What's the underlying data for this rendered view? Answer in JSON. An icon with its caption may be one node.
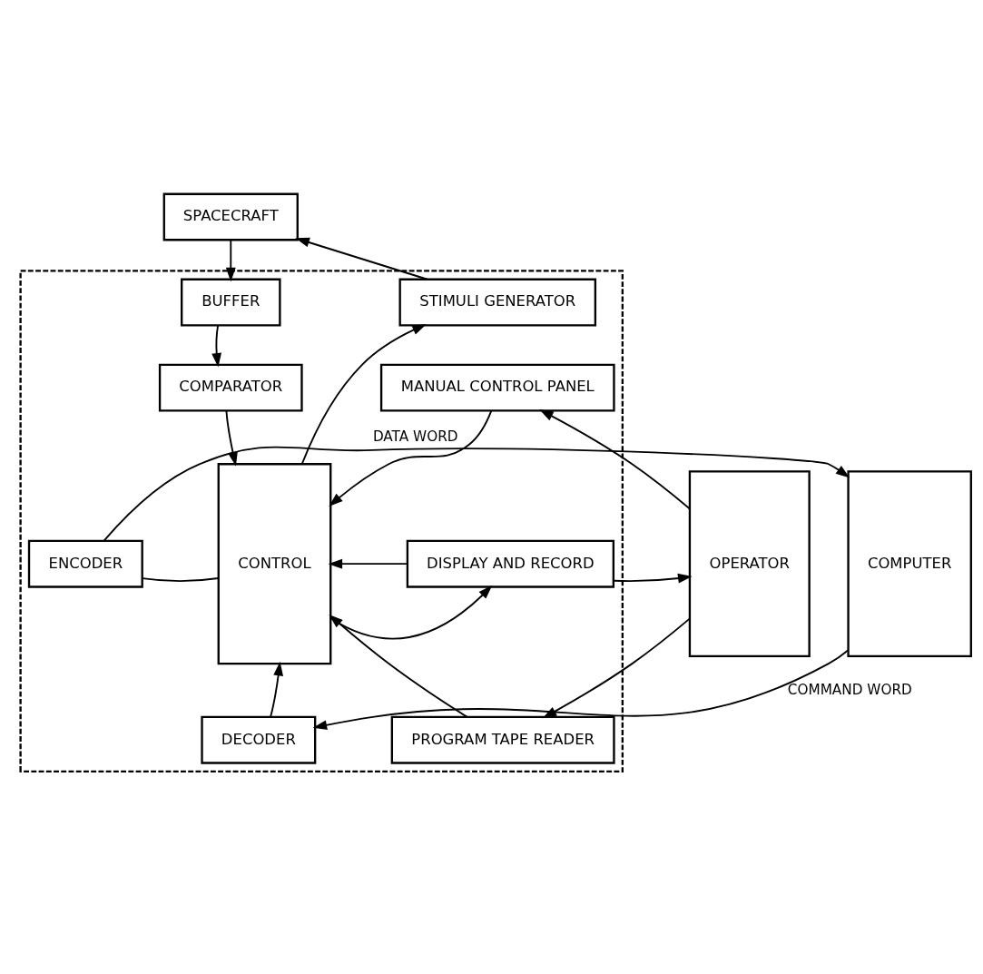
{
  "diagram": {
    "nodes": [
      {
        "text": [
          "SPACECRAFT"
        ]
      },
      {
        "text": [],
        "shape": "box"
      },
      {
        "text": [
          "BUFFER"
        ],
        "in": 1
      },
      {
        "text": [
          "COMPARATOR"
        ],
        "in": 1
      },
      {
        "text": [
          "ENCODER"
        ],
        "in": 1
      },
      {
        "text": [
          "DECODER"
        ],
        "in": 1
      },
      {
        "text": [
          "CONTROL"
        ],
        "in": 1
      },
      {
        "text": [
          "STIMULI GENERATOR"
        ],
        "in": 1
      },
      {
        "text": [
          "MANUAL CONTROL PANEL"
        ],
        "in": 1
      },
      {
        "text": [
          "DISPLAY AND RECORD"
        ],
        "in": 1
      },
      {
        "text": [
          "PROGRAM TAPE READER"
        ],
        "in": 1
      },
      {
        "text": [
          "COMPUTER"
        ]
      },
      {
        "text": [
          "OPERATOR"
        ]
      }
    ],
    "edges": [
      {
        "from": 0,
        "to": 2,
        "arrow": "to"
      },
      {
        "from": 2,
        "to": 3,
        "arrow": "to"
      },
      {
        "from": 3,
        "to": 6,
        "arrow": "to"
      },
      {
        "from": 6,
        "to": 7,
        "arrow": "to"
      },
      {
        "from": 7,
        "to": 0,
        "arrow": "to"
      },
      {
        "from": 8,
        "to": 6,
        "arrow": "to"
      },
      {
        "from": 6,
        "to": 9,
        "arrow": "to"
      },
      {
        "from": 9,
        "to": 6,
        "arrow": "to"
      },
      {
        "from": 6,
        "to": 4,
        "arrow": "none"
      },
      {
        "from": 4,
        "to": 11,
        "arrow": "to",
        "label": "DATA WORD"
      },
      {
        "from": 11,
        "to": 5,
        "arrow": "to",
        "label": "COMMAND WORD"
      },
      {
        "from": 5,
        "to": 6,
        "arrow": "to"
      },
      {
        "from": 10,
        "to": 6,
        "arrow": "to"
      },
      {
        "from": 12,
        "to": 8,
        "arrow": "to"
      },
      {
        "from": 9,
        "to": 12,
        "arrow": "to"
      },
      {
        "from": 12,
        "to": 10,
        "arrow": "to"
      }
    ]
  }
}
